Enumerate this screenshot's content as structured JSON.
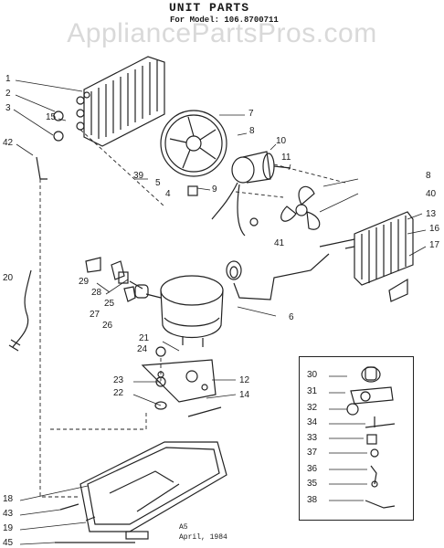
{
  "watermark": "AppliancePartsPros.com",
  "header": {
    "title": "UNIT PARTS",
    "model_label": "For Model: 106.8700711"
  },
  "callouts": [
    "1",
    "2",
    "3",
    "15",
    "42",
    "7",
    "8",
    "10",
    "11",
    "39",
    "5",
    "9",
    "4",
    "8",
    "40",
    "41",
    "13",
    "16",
    "17",
    "20",
    "29",
    "28",
    "25",
    "27",
    "26",
    "21",
    "6",
    "24",
    "23",
    "22",
    "12",
    "14",
    "30",
    "31",
    "32",
    "34",
    "33",
    "37",
    "36",
    "35",
    "38",
    "18",
    "43",
    "19",
    "45"
  ],
  "footer": {
    "code": "A5",
    "date": "April, 1984"
  }
}
